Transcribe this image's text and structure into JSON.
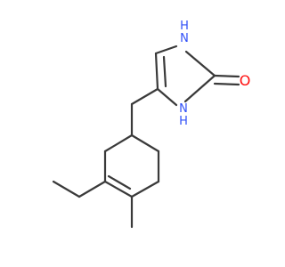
{
  "molecule": {
    "atoms": {
      "n1": "N",
      "h1": "H",
      "n2": "N",
      "h2": "H",
      "o": "O"
    },
    "colors": {
      "bond": "#3a3a3a",
      "nitrogen": "#3050f8",
      "oxygen": "#ff0d0d"
    }
  }
}
